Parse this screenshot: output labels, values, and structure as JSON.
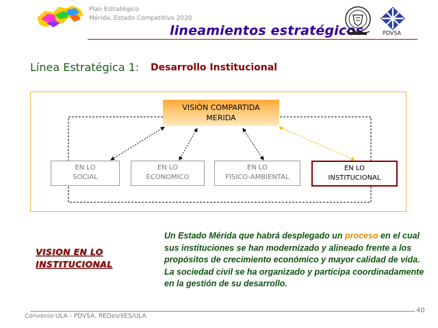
{
  "header": {
    "line1": "Plan Estratégico",
    "line2": "Mérida, Estado Competitivo 2020",
    "title": "lineamientos estratégicos",
    "pdvsa_label": "PDVSA"
  },
  "heading": {
    "line": "Línea Estratégica 1:",
    "name": "Desarrollo Institucional"
  },
  "diagram": {
    "vision_line1": "VISIÓN COMPARTIDA",
    "vision_line2": "MERIDA",
    "areas": [
      {
        "line1": "EN LO",
        "line2": "SOCIAL"
      },
      {
        "line1": "EN LO",
        "line2": "ECONOMICO"
      },
      {
        "line1": "EN LO",
        "line2": "FISICO-AMBIENTAL"
      },
      {
        "line1": "EN LO",
        "line2": "INSTITUCIONAL"
      }
    ]
  },
  "vision": {
    "label_line1": "VISION EN LO",
    "label_line2": "INSTITUCIONAL",
    "text_before": "Un Estado Mérida que habrá desplegado un ",
    "text_highlight": "proceso",
    "text_after": " en el cual sus instituciones se han modernizado y alineado frente a los propósitos de crecimiento económico y mayor calidad de vida. La sociedad civil se ha organizado y participa coordinadamente en la gestión de su desarrollo."
  },
  "footer": {
    "source": "Convenio ULA - PDVSA.  REDes/IIES/ULA",
    "page": "40"
  },
  "colors": {
    "title": "#330099",
    "heading": "#1f5a1f",
    "subheading": "#8b0000",
    "vision_text": "#0f520f",
    "highlight": "#e88a00",
    "frame": "#f0b050"
  }
}
